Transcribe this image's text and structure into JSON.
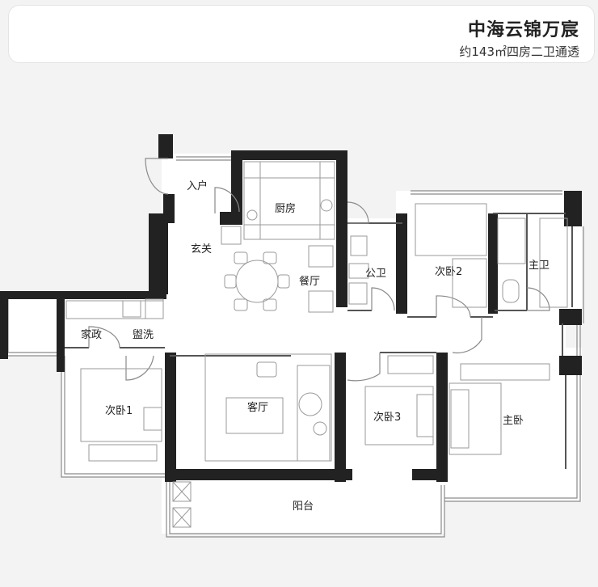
{
  "header": {
    "title": "中海云锦万宸",
    "subtitle": "约143㎡四房二卫通透"
  },
  "rooms": {
    "entry": "入户",
    "kitchen": "厨房",
    "foyer": "玄关",
    "dining": "餐厅",
    "public_bath": "公卫",
    "bedroom2": "次卧2",
    "master_bath": "主卫",
    "utility": "家政",
    "washbasin": "盥洗",
    "bedroom1": "次卧1",
    "living": "客厅",
    "bedroom3": "次卧3",
    "master_bedroom": "主卧",
    "balcony": "阳台"
  },
  "colors": {
    "wall": "#222222",
    "line": "#8a8a8a",
    "floor": "#ffffff",
    "furniture": "#bdbdbd"
  }
}
